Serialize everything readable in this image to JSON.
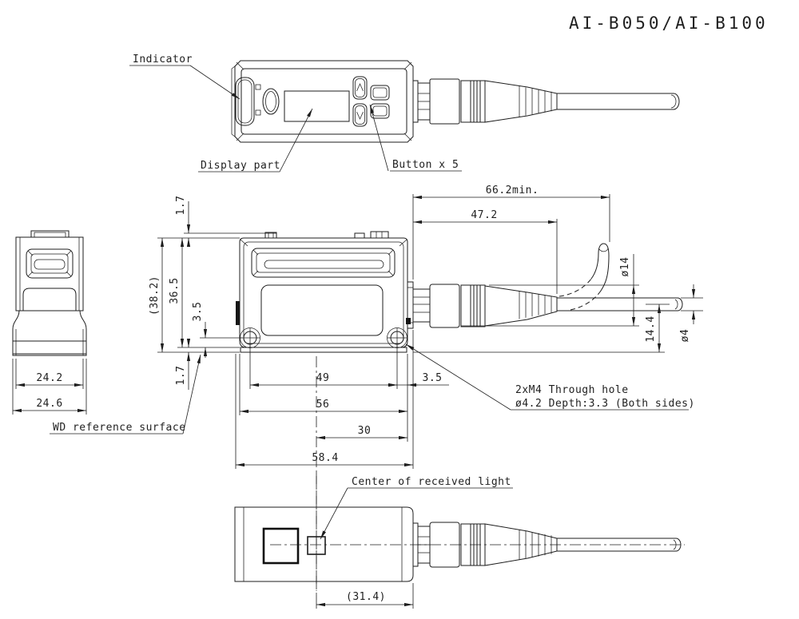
{
  "title": "AI-B050/AI-B100",
  "callouts": {
    "indicator": "Indicator",
    "display_part": "Display part",
    "buttons": "Button x 5",
    "wd_reference": "WD reference surface",
    "through_hole_line1": "2xM4 Through hole",
    "through_hole_line2": "ø4.2 Depth:3.3 (Both sides)",
    "received_light": "Center of received light"
  },
  "dims": {
    "front": {
      "tab_height": "1.7",
      "overall_height": "(38.2)",
      "body_height": "36.5",
      "hole_to_bottom": "3.5",
      "bottom_to_wd": "1.7",
      "hole_pitch": "49",
      "hole_to_edge": "3.5",
      "body_width": "56",
      "center_to_edge": "30",
      "overall_width": "58.4"
    },
    "cable": {
      "min_clearance": "66.2min.",
      "connector_length": "47.2",
      "connector_dia": "ø14",
      "axis_to_bottom": "14.4",
      "cable_dia": "ø4"
    },
    "side": {
      "front_width": "24.2",
      "overall_width": "24.6"
    },
    "bottom": {
      "center_to_connector": "(31.4)"
    }
  }
}
